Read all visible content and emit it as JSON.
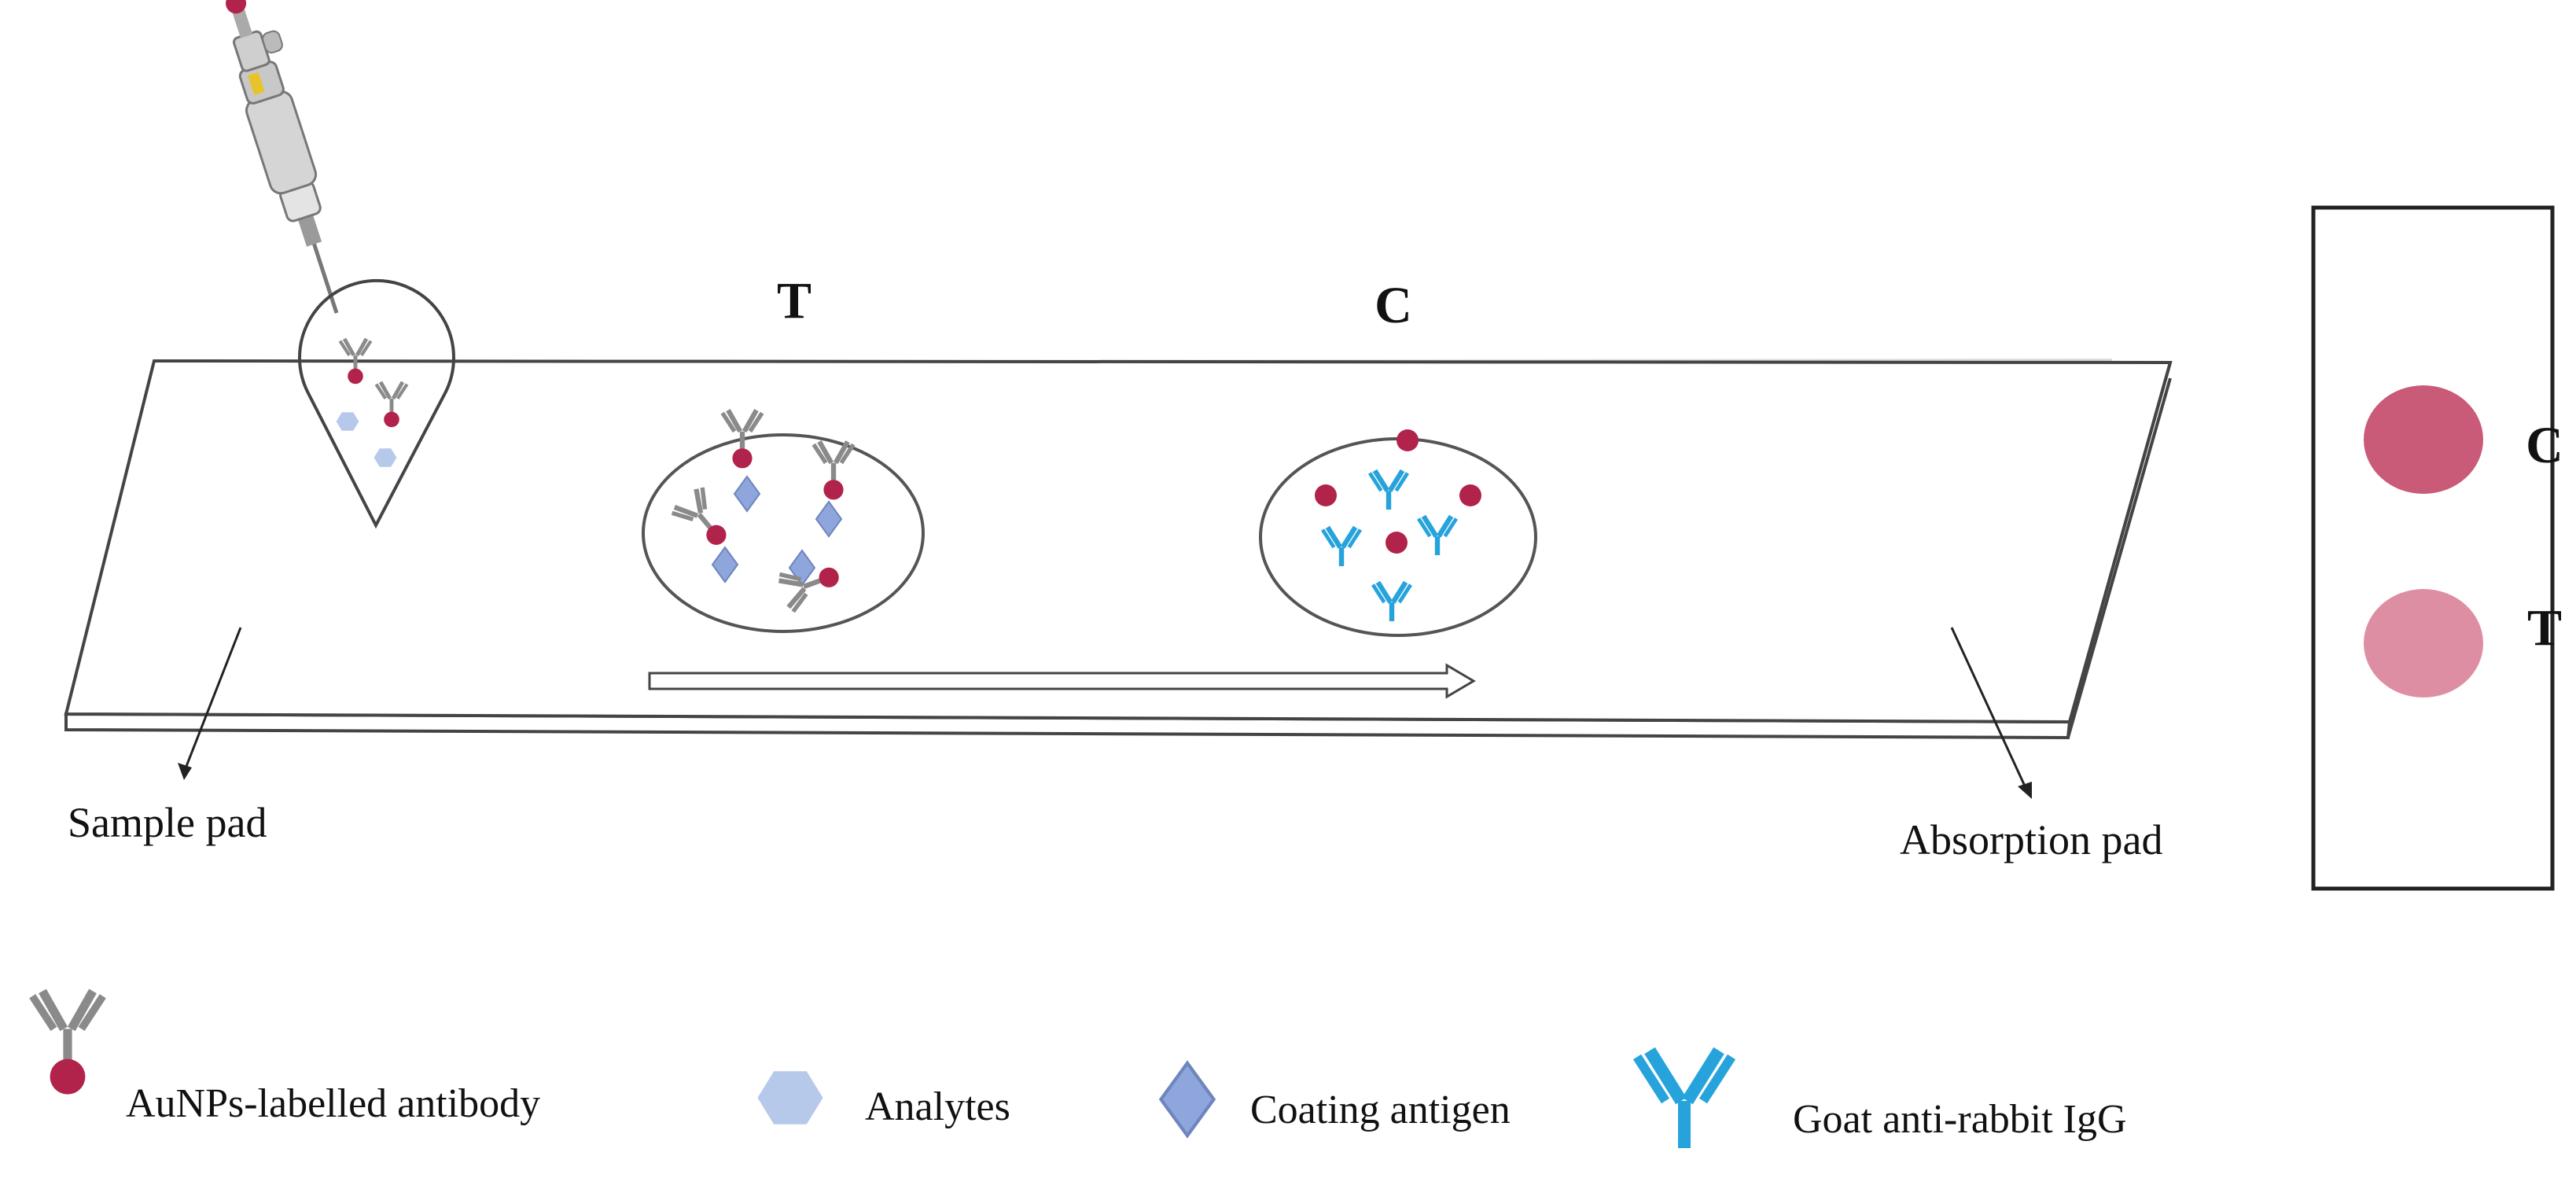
{
  "zones": {
    "test_label": "T",
    "control_label": "C"
  },
  "pads": {
    "sample": "Sample pad",
    "absorption": "Absorption pad"
  },
  "result_window": {
    "control_label": "C",
    "test_label": "T"
  },
  "legend": {
    "antibody": "AuNPs-labelled  antibody",
    "analytes": "Analytes",
    "coating_antigen": "Coating antigen",
    "goat_igg": "Goat anti-rabbit  IgG"
  },
  "colors": {
    "gold_np": "#b1234a",
    "antibody_gray": "#8a8a8a",
    "analyte_hex": "#b7c9ea",
    "coating_diamond": "#8fa6dd",
    "goat_igg_blue": "#27a3dc",
    "control_dot": "#c95a78",
    "test_dot": "#dd8ea2"
  }
}
